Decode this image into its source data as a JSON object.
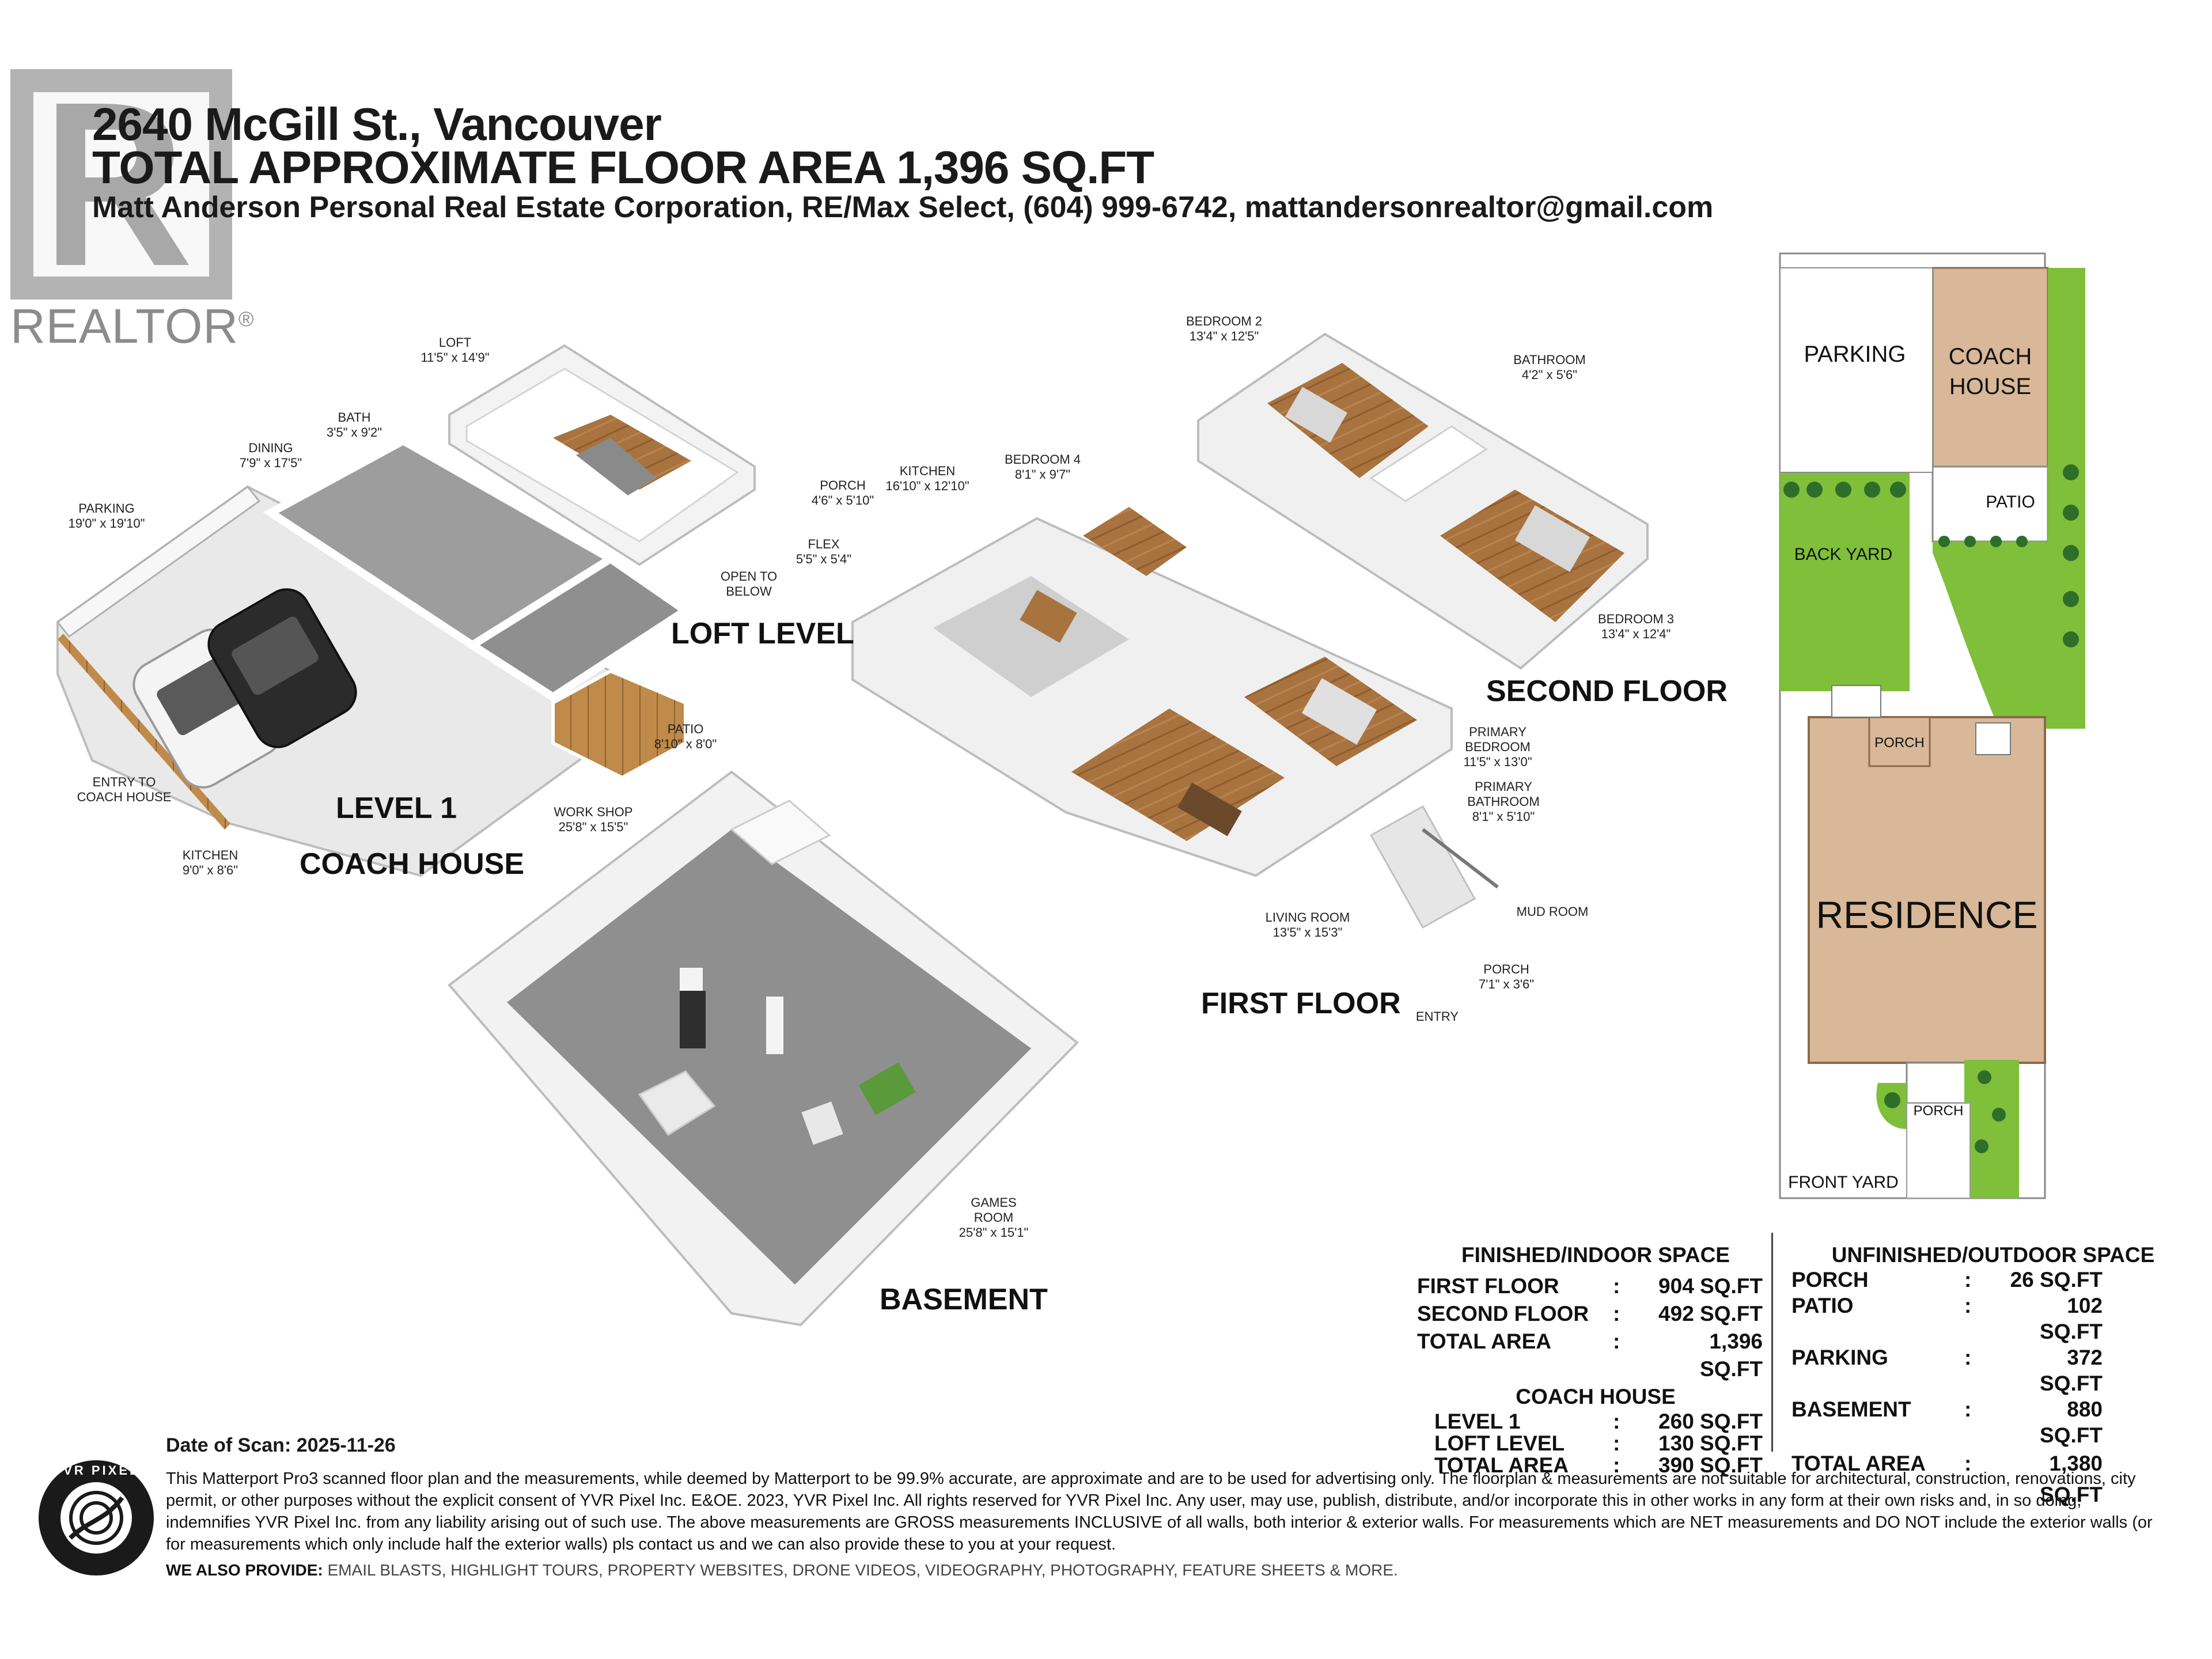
{
  "header": {
    "address": "2640 McGill St., Vancouver",
    "total_area": "TOTAL APPROXIMATE FLOOR AREA 1,396 SQ.FT",
    "agent_line": "Matt Anderson Personal Real Estate Corporation, RE/Max Select, (604) 999-6742, mattandersonrealtor@gmail.com"
  },
  "logo": {
    "text": "REALTOR",
    "reg": "®"
  },
  "levels": {
    "loft": "LOFT LEVEL",
    "level1": "LEVEL 1",
    "coach_house": "COACH HOUSE",
    "second_floor": "SECOND FLOOR",
    "first_floor": "FIRST FLOOR",
    "basement": "BASEMENT"
  },
  "rooms": {
    "loft": {
      "name": "LOFT",
      "dim": "11'5\" x 14'9\""
    },
    "open_to_below": {
      "line1": "OPEN TO",
      "line2": "BELOW"
    },
    "bath": {
      "name": "BATH",
      "dim": "3'5\" x 9'2\""
    },
    "dining": {
      "name": "DINING",
      "dim": "7'9\" x 17'5\""
    },
    "parking": {
      "name": "PARKING",
      "dim": "19'0\" x 19'10\""
    },
    "entry_coach": {
      "line1": "ENTRY TO",
      "line2": "COACH HOUSE"
    },
    "kitchen_coach": {
      "name": "KITCHEN",
      "dim": "9'0\" x 8'6\""
    },
    "patio_coach": {
      "name": "PATIO",
      "dim": "8'10\" x 8'0\""
    },
    "bedroom2": {
      "name": "BEDROOM 2",
      "dim": "13'4\" x 12'5\""
    },
    "bathroom": {
      "name": "BATHROOM",
      "dim": "4'2\" x 5'6\""
    },
    "bedroom3": {
      "name": "BEDROOM 3",
      "dim": "13'4\" x 12'4\""
    },
    "porch_first": {
      "name": "PORCH",
      "dim": "4'6\" x 5'10\""
    },
    "kitchen": {
      "name": "KITCHEN",
      "dim": "16'10\" x 12'10\""
    },
    "bedroom4": {
      "name": "BEDROOM 4",
      "dim": "8'1\" x 9'7\""
    },
    "flex": {
      "name": "FLEX",
      "dim": "5'5\" x 5'4\""
    },
    "primary_bedroom": {
      "line1": "PRIMARY",
      "line2": "BEDROOM",
      "dim": "11'5\" x 13'0\""
    },
    "primary_bathroom": {
      "line1": "PRIMARY",
      "line2": "BATHROOM",
      "dim": "8'1\" x 5'10\""
    },
    "mud_room": {
      "name": "MUD ROOM"
    },
    "porch_entry": {
      "name": "PORCH",
      "dim": "7'1\" x 3'6\""
    },
    "living_room": {
      "name": "LIVING ROOM",
      "dim": "13'5\" x 15'3\""
    },
    "entry": {
      "name": "ENTRY"
    },
    "work_shop": {
      "name": "WORK SHOP",
      "dim": "25'8\" x 15'5\""
    },
    "games_room": {
      "name": "GAMES ROOM",
      "dim": "25'8\" x 15'1\""
    }
  },
  "site_plan": {
    "parking": "PARKING",
    "coach_house_1": "COACH",
    "coach_house_2": "HOUSE",
    "patio": "PATIO",
    "back_yard": "BACK YARD",
    "porch_back": "PORCH",
    "residence": "RESIDENCE",
    "porch_front": "PORCH",
    "front_yard": "FRONT YARD"
  },
  "finished": {
    "title": "FINISHED/INDOOR SPACE",
    "rows": [
      {
        "label": "FIRST FLOOR",
        "value": "904 SQ.FT"
      },
      {
        "label": "SECOND FLOOR",
        "value": "492 SQ.FT"
      },
      {
        "label": "TOTAL AREA",
        "value": "1,396 SQ.FT"
      }
    ],
    "coach_title": "COACH HOUSE",
    "coach_rows": [
      {
        "label": "LEVEL 1",
        "value": "260 SQ.FT"
      },
      {
        "label": "LOFT LEVEL",
        "value": "130 SQ.FT"
      },
      {
        "label": "TOTAL AREA",
        "value": "390 SQ.FT"
      }
    ]
  },
  "unfinished": {
    "title": "UNFINISHED/OUTDOOR SPACE",
    "rows": [
      {
        "label": "PORCH",
        "value": "26 SQ.FT"
      },
      {
        "label": "PATIO",
        "value": "102 SQ.FT"
      },
      {
        "label": "PARKING",
        "value": "372 SQ.FT"
      },
      {
        "label": "BASEMENT",
        "value": "880 SQ.FT"
      },
      {
        "label": "TOTAL AREA",
        "value": "1,380 SQ.FT"
      }
    ]
  },
  "colon": ":",
  "footer": {
    "scan_date": "Date of Scan: 2025-11-26",
    "disclaimer": "This Matterport Pro3 scanned floor plan and the measurements, while deemed by Matterport to be 99.9% accurate, are approximate and are to be used for advertising only. The floorplan & measurements are not suitable for architectural, construction, renovations, city permit, or other purposes without the explicit consent of YVR Pixel Inc. E&OE. 2023, YVR Pixel Inc. All rights reserved for YVR Pixel Inc. Any user, may use, publish, distribute, and/or incorporate this in other works in any form at their own risks and, in so doing, indemnifies YVR Pixel Inc. from any liability arising out of such use. The above measurements are GROSS measurements INCLUSIVE of all walls, both interior & exterior walls. For measurements which are NET measurements and DO NOT include the exterior walls (or for measurements which only include half the exterior walls) pls contact us and we can also provide these to you at your request.",
    "also_label": "WE ALSO PROVIDE:",
    "also_items": "EMAIL BLASTS, HIGHLIGHT TOURS, PROPERTY WEBSITES, DRONE VIDEOS, VIDEOGRAPHY, PHOTOGRAPHY, FEATURE SHEETS & MORE.",
    "badge_text": "YVR PIXEL"
  },
  "colors": {
    "floor_wood": "#a8733f",
    "floor_grey": "#8f8f8f",
    "wall": "#f2f2f2",
    "wall_shadow": "#d0d0d0",
    "lawn": "#7fbf3a",
    "residence": "#d8b898",
    "tree": "#2f6e2a"
  }
}
